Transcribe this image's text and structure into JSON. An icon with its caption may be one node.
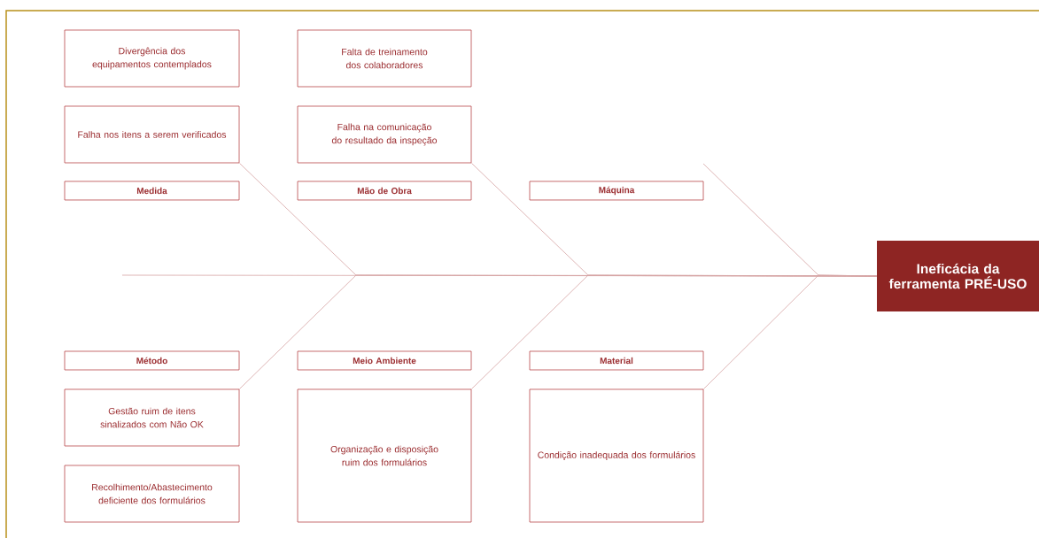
{
  "diagram": {
    "nodes": [
      {
        "text": [
          "Divergência dos equipamentos contemplados"
        ]
      },
      {
        "text": [
          "Falha nos itens a serem verificados"
        ]
      },
      {
        "text": [
          "Medida"
        ]
      },
      {
        "text": [
          "Falta de treinamento dos colaboradores"
        ]
      },
      {
        "text": [
          "Falha na comunicação do resultado da inspeção"
        ]
      },
      {
        "text": [
          "Mão de Obra"
        ]
      },
      {
        "text": [
          "Máquina"
        ]
      },
      {
        "text": [
          "Método"
        ]
      },
      {
        "text": [
          "Gestão ruim de itens sinalizados com Não OK"
        ]
      },
      {
        "text": [
          "Recolhimento/Abastecimento deficiente dos formulários"
        ]
      },
      {
        "text": [
          "Meio Ambiente"
        ]
      },
      {
        "text": [
          "Organização e disposição ruim dos formulários"
        ]
      },
      {
        "text": [
          "Material"
        ]
      },
      {
        "text": [
          "Condição inadequada dos formulários"
        ]
      },
      {
        "text": [
          "Ineficácia da ferramenta PRÉ-USO"
        ]
      }
    ],
    "edges": [
      {
        "from": null,
        "to": 14,
        "arrow": "none"
      },
      {
        "from": 1,
        "to": 14,
        "arrow": "none"
      },
      {
        "from": 4,
        "to": 14,
        "arrow": "none"
      },
      {
        "from": null,
        "to": 14,
        "arrow": "none"
      },
      {
        "from": 8,
        "to": 14,
        "arrow": "none"
      },
      {
        "from": 11,
        "to": 14,
        "arrow": "none"
      },
      {
        "from": 13,
        "to": 14,
        "arrow": "none"
      }
    ]
  }
}
